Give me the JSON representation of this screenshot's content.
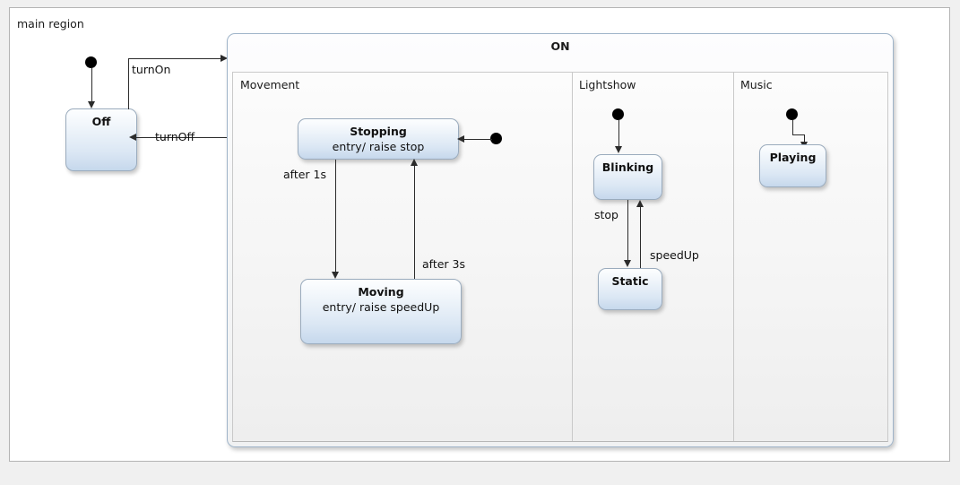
{
  "canvas": {
    "region_label": "main region"
  },
  "off_state": {
    "name": "Off"
  },
  "composite": {
    "name": "ON",
    "regions": [
      {
        "label": "Movement"
      },
      {
        "label": "Lightshow"
      },
      {
        "label": "Music"
      }
    ]
  },
  "movement": {
    "stopping": {
      "name": "Stopping",
      "body": "entry/ raise stop"
    },
    "moving": {
      "name": "Moving",
      "body": "entry/ raise speedUp"
    },
    "transitions": {
      "after1s": "after 1s",
      "after3s": "after 3s"
    }
  },
  "lightshow": {
    "blinking": {
      "name": "Blinking"
    },
    "static": {
      "name": "Static"
    },
    "transitions": {
      "stop": "stop",
      "speedup": "speedUp"
    }
  },
  "music": {
    "playing": {
      "name": "Playing"
    }
  },
  "main_transitions": {
    "turn_on": "turnOn",
    "turn_off": "turnOff"
  },
  "colors": {
    "state_border": "#9aabbd",
    "state_fill_bottom": "#c6d8ec",
    "composite_border": "#9fb4c9",
    "line": "#2b2b2b",
    "canvas_border": "#b4b4b4",
    "page_background": "#f0f0f0"
  }
}
